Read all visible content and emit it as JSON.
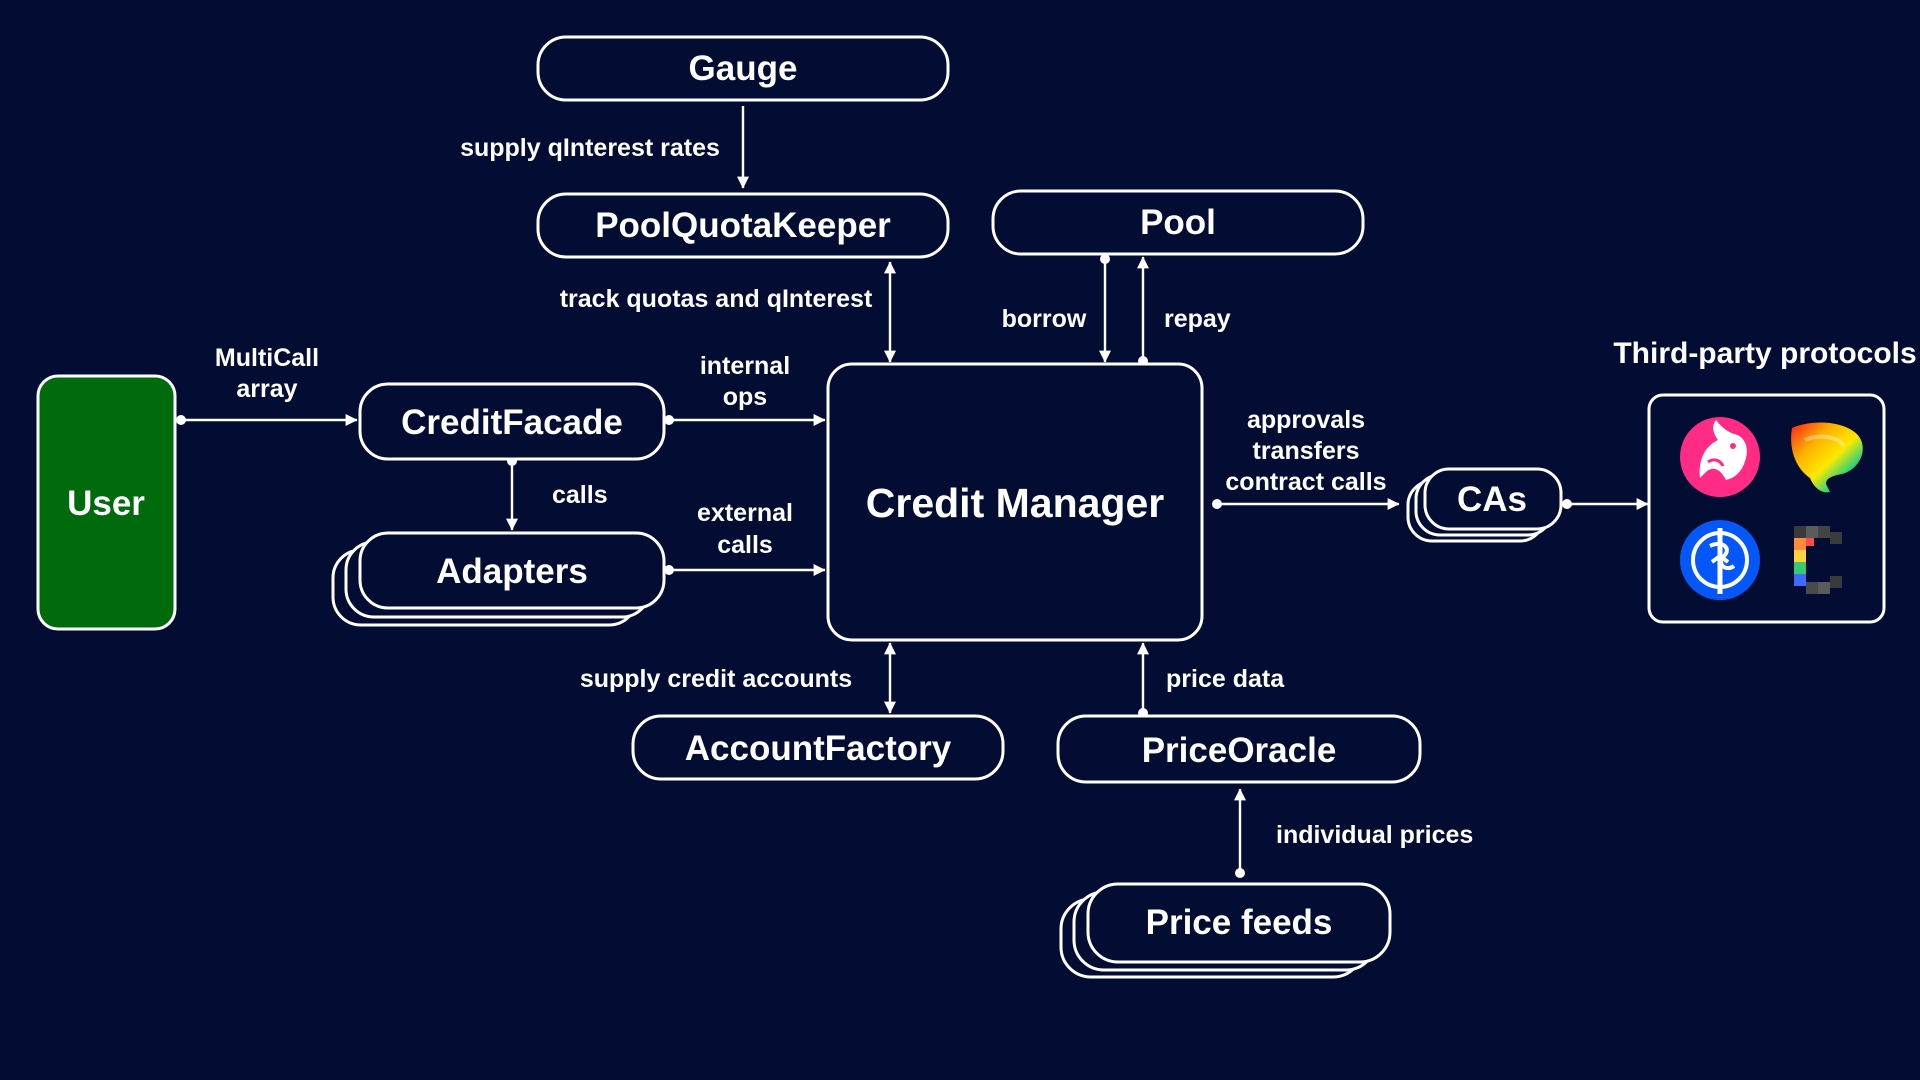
{
  "colors": {
    "background": "#030d33",
    "user_fill": "#006b0c",
    "stroke": "#ffffff",
    "text": "#ffffff"
  },
  "nodes": {
    "gauge": "Gauge",
    "pool_quota_keeper": "PoolQuotaKeeper",
    "pool": "Pool",
    "user": "User",
    "credit_facade": "CreditFacade",
    "adapters": "Adapters",
    "credit_manager": "Credit Manager",
    "cas": "CAs",
    "account_factory": "AccountFactory",
    "price_oracle": "PriceOracle",
    "price_feeds": "Price feeds"
  },
  "edges": {
    "supply_qinterest": "supply qInterest rates",
    "track_quotas": "track quotas and qInterest",
    "borrow": "borrow",
    "repay": "repay",
    "multicall": [
      "MultiCall",
      "array"
    ],
    "internal_ops": [
      "internal",
      "ops"
    ],
    "calls": "calls",
    "external_calls": [
      "external",
      "calls"
    ],
    "approvals": [
      "approvals",
      "transfers",
      "contract calls"
    ],
    "supply_credit_accounts": "supply credit accounts",
    "price_data": "price data",
    "individual_prices": "individual prices"
  },
  "third_party": {
    "title": "Third-party protocols",
    "icons": [
      "uniswap-icon",
      "curve-icon",
      "yearn-icon",
      "convex-icon"
    ]
  }
}
